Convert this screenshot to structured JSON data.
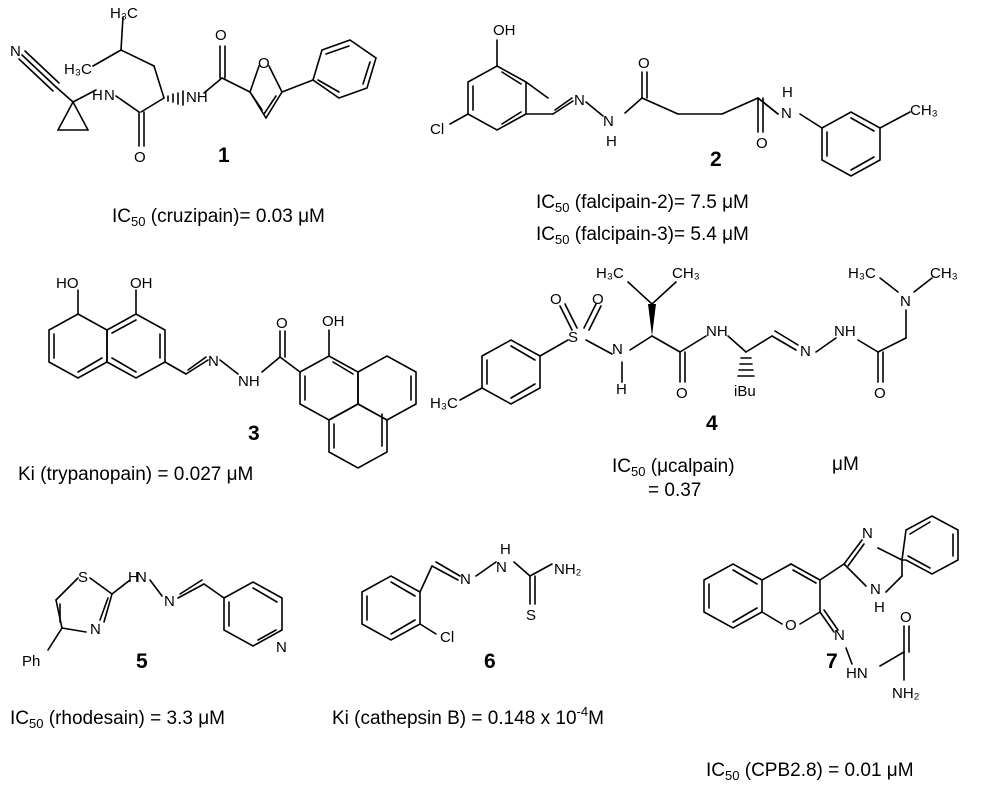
{
  "compounds": [
    {
      "number": "1",
      "activity": {
        "prefix": "IC",
        "sub": "50",
        "target": " (cruzipain)= 0.03 ",
        "unit": "μM"
      }
    },
    {
      "number": "2",
      "activity": {
        "prefix": "IC",
        "sub": "50",
        "target": " (falcipain-2)= 7.5 ",
        "unit": "μM"
      },
      "activity2": {
        "prefix": "IC",
        "sub": "50",
        "target": " (falcipain-3)= 5.4 ",
        "unit": "μM"
      }
    },
    {
      "number": "3",
      "activity": {
        "prefix": "Ki (trypanopain) = 0.027 ",
        "unit": "μM"
      }
    },
    {
      "number": "4",
      "activity": {
        "prefix": "IC",
        "sub": "50",
        "target": " (μcalpain)",
        "unit": "μM",
        "value": "= 0.37"
      }
    },
    {
      "number": "5",
      "activity": {
        "prefix": "IC",
        "sub": "50",
        "target": " (rhodesain) = 3.3 ",
        "unit": "μM"
      }
    },
    {
      "number": "6",
      "activity": {
        "prefix": "Ki (cathepsin B) = 0.148 x 10",
        "sup": "-4",
        "unit": "M"
      }
    },
    {
      "number": "7",
      "activity": {
        "prefix": "IC",
        "sub": "50",
        "target": " (CPB2.8) = 0.01 ",
        "unit": "μM"
      }
    }
  ],
  "atoms": {
    "H3C": "H₃C",
    "CH3": "CH₃",
    "N": "N",
    "NH": "NH",
    "H": "H",
    "HN": "HN",
    "HO": "HO",
    "O": "O",
    "OH": "OH",
    "Cl": "Cl",
    "S": "S",
    "Ph": "Ph",
    "NH2": "NH₂",
    "iBu": "iBu"
  },
  "colors": {
    "ink": "#000000",
    "background": "#ffffff"
  }
}
